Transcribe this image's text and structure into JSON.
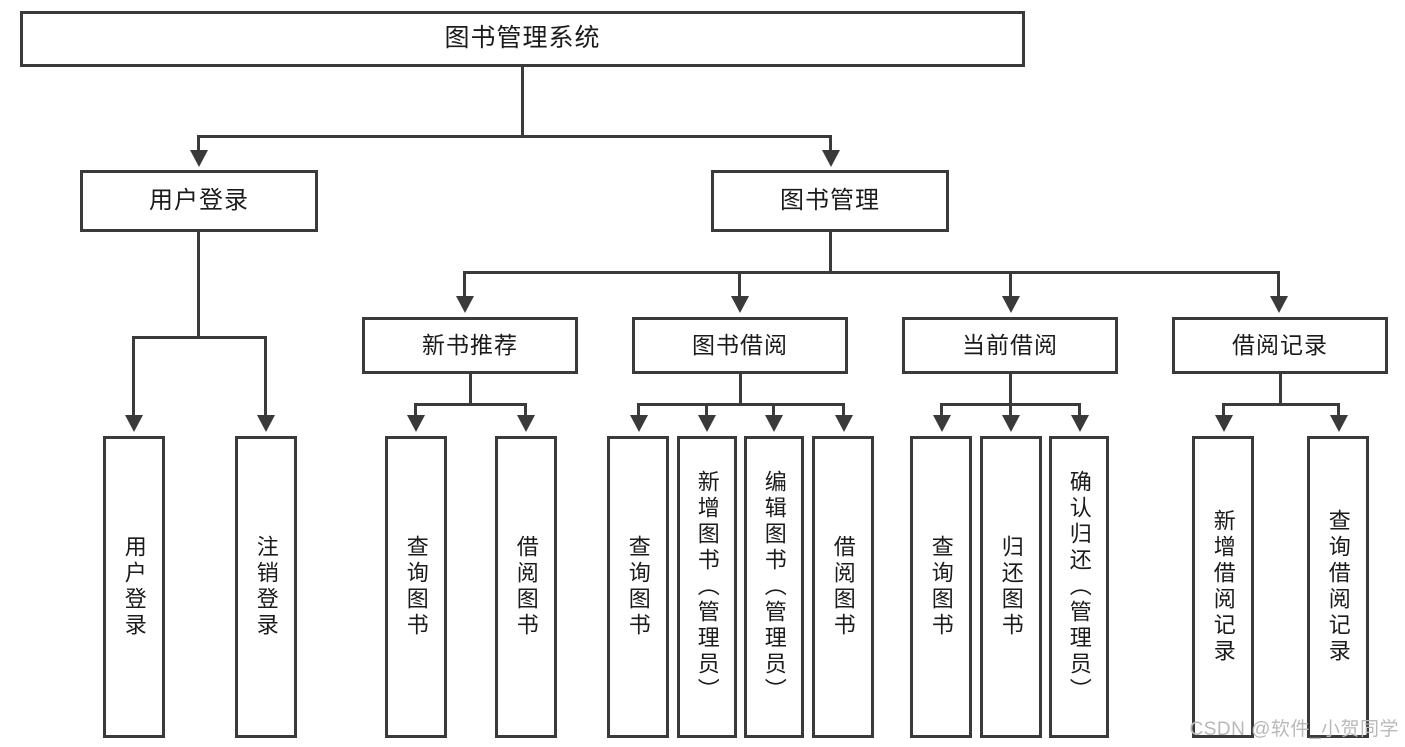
{
  "diagram": {
    "title": "图书管理系统",
    "type": "tree",
    "watermark": "CSDN @软件_小贺同学",
    "colors": {
      "stroke": "#3a3a3a",
      "fill": "#ffffff",
      "text": "#1b1b1b",
      "watermark": "#b9b9b9"
    }
  },
  "nodes": {
    "root": {
      "label": "图书管理系统"
    },
    "level2": [
      {
        "label": "用户登录"
      },
      {
        "label": "图书管理"
      }
    ],
    "level3": [
      {
        "label": "新书推荐"
      },
      {
        "label": "图书借阅"
      },
      {
        "label": "当前借阅"
      },
      {
        "label": "借阅记录"
      }
    ],
    "leaves": {
      "user_login": [
        {
          "label": "用户登录"
        },
        {
          "label": "注销登录"
        }
      ],
      "new_book": [
        {
          "label": "查询图书"
        },
        {
          "label": "借阅图书"
        }
      ],
      "book_borrow": [
        {
          "label": "查询图书"
        },
        {
          "label": "新增图书（管理员）"
        },
        {
          "label": "编辑图书（管理员）"
        },
        {
          "label": "借阅图书"
        }
      ],
      "current_borrow": [
        {
          "label": "查询图书"
        },
        {
          "label": "归还图书"
        },
        {
          "label": "确认归还（管理员）"
        }
      ],
      "borrow_record": [
        {
          "label": "新增借阅记录"
        },
        {
          "label": "查询借阅记录"
        }
      ]
    }
  }
}
